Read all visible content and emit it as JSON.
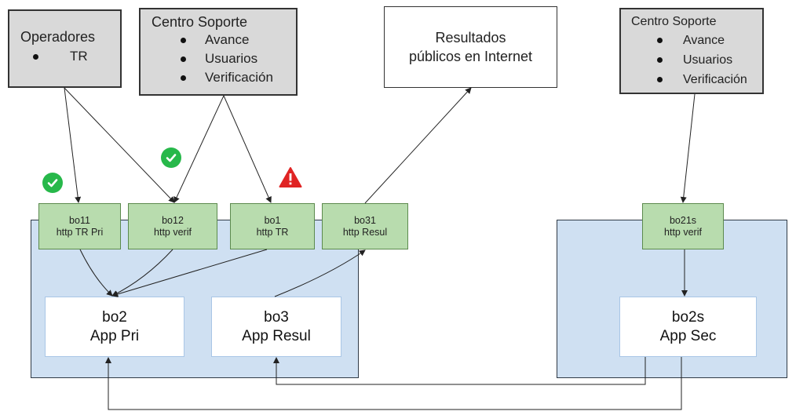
{
  "boxes": {
    "operadores": {
      "title": "Operadores",
      "items": [
        "TR"
      ]
    },
    "centro_main": {
      "title": "Centro Soporte",
      "items": [
        "Avance",
        "Usuarios",
        "Verificación"
      ]
    },
    "resultados": {
      "line1": "Resultados",
      "line2": "públicos en Internet"
    },
    "centro_sec": {
      "title": "Centro Soporte",
      "items": [
        "Avance",
        "Usuarios",
        "Verificación"
      ]
    }
  },
  "services": {
    "bo11": {
      "name": "bo11",
      "desc": "http TR Pri"
    },
    "bo12": {
      "name": "bo12",
      "desc": "http verif"
    },
    "bo1": {
      "name": "bo1",
      "desc": "http TR"
    },
    "bo31": {
      "name": "bo31",
      "desc": "http Resul"
    },
    "bo21s": {
      "name": "bo21s",
      "desc": "http verif"
    }
  },
  "apps": {
    "bo2": {
      "name": "bo2",
      "desc": "App Pri"
    },
    "bo3": {
      "name": "bo3",
      "desc": "App Resul"
    },
    "bo2s": {
      "name": "bo2s",
      "desc": "App Sec"
    }
  },
  "status_icons": {
    "bo11": "check-icon",
    "bo12": "check-icon",
    "bo1": "warning-icon"
  },
  "colors": {
    "region": "#cfe0f2",
    "service": "#b8dcae",
    "gray_box": "#d9d9d9",
    "ok": "#27b84a",
    "warning": "#e02424"
  }
}
